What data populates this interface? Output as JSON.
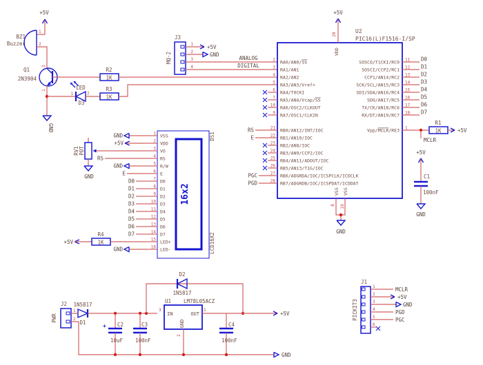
{
  "colors": {
    "background": "#ffffff",
    "wire": "#d26060",
    "component_outline": "#1a1ad1",
    "lcd_glass": "#1313cf",
    "pin_number": "#c24444",
    "pin_name": "#6e4a40",
    "ref_value": "#6e4a40",
    "net_label": "#55403a",
    "junction": "#cf1d1d"
  },
  "net": {
    "vcc": "+5V",
    "gnd": "GND",
    "mclr": "MCLR",
    "pgc": "PGC",
    "pgd": "PGD",
    "rs": "RS",
    "e": "E",
    "analog": "ANALOG",
    "digital": "DIGITAL",
    "d": [
      "D0",
      "D1",
      "D2",
      "D3",
      "D4",
      "D5",
      "D6",
      "D7"
    ]
  },
  "bz1": {
    "ref": "BZ1",
    "value": "Buzzer",
    "p1": "1",
    "p2": "2"
  },
  "q1": {
    "ref": "Q1",
    "value": "2N3904",
    "pc": "3",
    "pb": "2",
    "pe": "1"
  },
  "r2": {
    "ref": "R2",
    "value": "1K"
  },
  "r3": {
    "ref": "R3",
    "value": "1K"
  },
  "d3": {
    "ref": "D3",
    "value": "LED",
    "p1": "1",
    "p2": "2"
  },
  "j3": {
    "ref": "J3",
    "value": "MQ-2",
    "p": [
      "1",
      "2",
      "3",
      "4"
    ]
  },
  "u2": {
    "ref": "U2",
    "value": "PIC16(L)F1516-I/SP",
    "vdd_num": "20",
    "vdd": "VDD",
    "vss": "VSS",
    "vss_num8": "8",
    "vss_num19": "19",
    "pin1": {
      "n": "1",
      "pre": "Vpp/",
      "ol": "MCLR",
      "post": "/RE3"
    },
    "left": [
      {
        "n": "2",
        "pre": "RA0/AN0/",
        "ol": "SS",
        "post": "",
        "ext": "wire"
      },
      {
        "n": "3",
        "pre": "RA1/AN1",
        "ol": "",
        "post": "",
        "ext": "wire"
      },
      {
        "n": "4",
        "pre": "RA2/AN2",
        "ol": "",
        "post": "",
        "ext": "wire"
      },
      {
        "n": "5",
        "pre": "RA3/AN3/Vref+",
        "ol": "",
        "post": "",
        "ext": "wire"
      },
      {
        "n": "6",
        "pre": "RA4/T0CKI",
        "ol": "",
        "post": "",
        "ext": "nc"
      },
      {
        "n": "7",
        "pre": "RA5/AN4/Vcap/",
        "ol": "SS",
        "post": "",
        "ext": "nc"
      },
      {
        "n": "10",
        "pre": "RA6/OSC2/CLKOUT",
        "ol": "",
        "post": "",
        "ext": "nc"
      },
      {
        "n": "9",
        "pre": "RA7/OSC1/CLKIN",
        "ol": "",
        "post": "",
        "ext": "nc"
      },
      {
        "n": "21",
        "pre": "RB0/AN12/INT/IOC",
        "ol": "",
        "post": "",
        "ext": "wire"
      },
      {
        "n": "22",
        "pre": "RB1/AN10/IOC",
        "ol": "",
        "post": "",
        "ext": "wire"
      },
      {
        "n": "23",
        "pre": "RB2/AN8/IOC",
        "ol": "",
        "post": "",
        "ext": "nc"
      },
      {
        "n": "24",
        "pre": "RB3/AN9/CCP2/IOC",
        "ol": "",
        "post": "",
        "ext": "nc"
      },
      {
        "n": "25",
        "pre": "RB4/AN11/ADOUT/IOC",
        "ol": "",
        "post": "",
        "ext": "nc"
      },
      {
        "n": "26",
        "pre": "RB5/AN13/T1G/IOC",
        "ol": "",
        "post": "",
        "ext": "nc"
      },
      {
        "n": "27",
        "pre": "RB6/ADGRDA/IOC/ICSPCLK/ICDCLK",
        "ol": "",
        "post": "",
        "ext": "wire"
      },
      {
        "n": "28",
        "pre": "RB7/ADGRDB/IOC/ICSPDAT/ICDDAT",
        "ol": "",
        "post": "",
        "ext": "wire"
      }
    ],
    "right": [
      {
        "n": "11",
        "name": "SOSCO/T1CKI/RC0"
      },
      {
        "n": "12",
        "name": "SOSCI/CCP2/RC1"
      },
      {
        "n": "13",
        "name": "CCP1/AN14/RC2"
      },
      {
        "n": "14",
        "name": "SCK/SCL/AN15/RC3"
      },
      {
        "n": "15",
        "name": "SDI/SDA/AN16/RC4"
      },
      {
        "n": "16",
        "name": "SDO/AN17/RC5"
      },
      {
        "n": "17",
        "name": "TX/CK/AN18/RC6"
      },
      {
        "n": "18",
        "name": "RX/DT/AN19/RC7"
      }
    ]
  },
  "r1": {
    "ref": "R1",
    "value": "1K"
  },
  "c1": {
    "ref": "C1",
    "value": "100nF"
  },
  "rv1": {
    "ref": "RV1",
    "value": "POT"
  },
  "ds1": {
    "ref": "DS1",
    "value": "LCD16X2",
    "display": "16x2",
    "pins": [
      {
        "n": "1",
        "name": "VSS",
        "ext": "gnd"
      },
      {
        "n": "2",
        "name": "VDD",
        "ext": "vcc"
      },
      {
        "n": "3",
        "name": "VO",
        "ext": "wire"
      },
      {
        "n": "4",
        "name": "RS",
        "ext": "lbl",
        "key": "rs"
      },
      {
        "n": "5",
        "name": "R/W",
        "ext": "gnd"
      },
      {
        "n": "6",
        "name": "E",
        "ext": "lbl",
        "key": "e"
      },
      {
        "n": "7",
        "name": "D0",
        "ext": "lbl",
        "key": "d.0"
      },
      {
        "n": "8",
        "name": "D1",
        "ext": "lbl",
        "key": "d.1"
      },
      {
        "n": "9",
        "name": "D2",
        "ext": "lbl",
        "key": "d.2"
      },
      {
        "n": "10",
        "name": "D3",
        "ext": "lbl",
        "key": "d.3"
      },
      {
        "n": "11",
        "name": "D4",
        "ext": "lbl",
        "key": "d.4"
      },
      {
        "n": "12",
        "name": "D5",
        "ext": "lbl",
        "key": "d.5"
      },
      {
        "n": "13",
        "name": "D6",
        "ext": "lbl",
        "key": "d.6"
      },
      {
        "n": "14",
        "name": "D7",
        "ext": "lbl",
        "key": "d.7"
      },
      {
        "n": "15",
        "name": "LED+",
        "ext": "wire"
      },
      {
        "n": "16",
        "name": "LED-",
        "ext": "gnd"
      }
    ]
  },
  "r4": {
    "ref": "R4",
    "value": "1K"
  },
  "j2": {
    "ref": "J2",
    "value": "PWR",
    "p": [
      "1",
      "2"
    ]
  },
  "d1": {
    "ref": "D1",
    "value": "1N5817"
  },
  "d2": {
    "ref": "D2",
    "value": "1N5817"
  },
  "u1": {
    "ref": "U1",
    "value": "LM78L05ACZ",
    "pin_in": "IN",
    "pin_out": "OUT",
    "pin_gnd": "GND",
    "n_in": "3",
    "n_out": "1",
    "n_gnd": "2"
  },
  "c2": {
    "ref": "C2",
    "value": "10uF",
    "plus": "+"
  },
  "c3": {
    "ref": "C3",
    "value": "100nF"
  },
  "c4": {
    "ref": "C4",
    "value": "100nF"
  },
  "j1": {
    "ref": "J1",
    "value": "PICKIT3",
    "pins": [
      {
        "n": "1",
        "ext": "lbl",
        "key": "mclr"
      },
      {
        "n": "2",
        "ext": "vcc"
      },
      {
        "n": "3",
        "ext": "gnd"
      },
      {
        "n": "4",
        "ext": "lbl",
        "key": "pgd"
      },
      {
        "n": "5",
        "ext": "lbl",
        "key": "pgc"
      },
      {
        "n": "6",
        "ext": "nc"
      }
    ]
  }
}
